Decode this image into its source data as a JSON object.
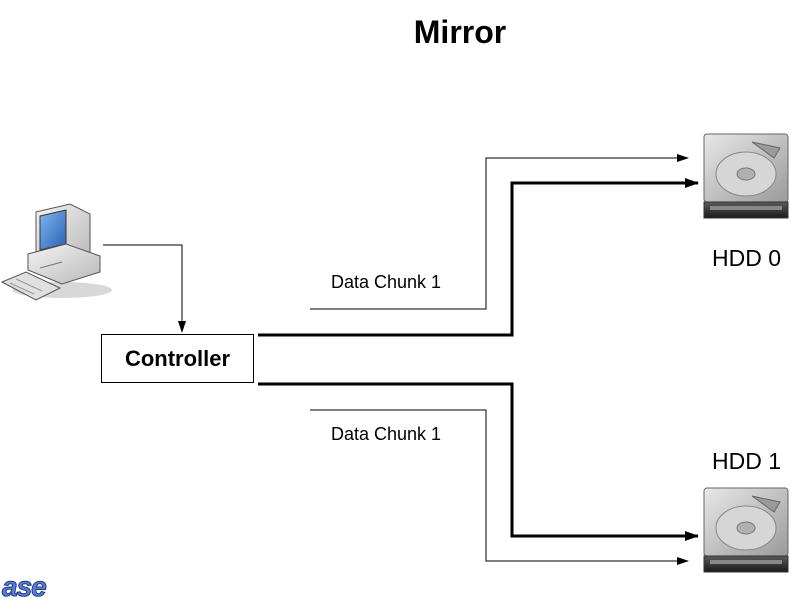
{
  "title": "Mirror",
  "controller": {
    "label": "Controller"
  },
  "chunks": [
    {
      "label": "Data Chunk 1"
    },
    {
      "label": "Data Chunk 1"
    }
  ],
  "drives": [
    {
      "label": "HDD 0"
    },
    {
      "label": "HDD 1"
    }
  ],
  "logo_text": "ASE",
  "colors": {
    "line": "#000000",
    "drive_body": "#c8c8c8",
    "drive_dark": "#2a2a2a",
    "logo_blue": "#5a7fd0"
  },
  "icons": [
    "computer-icon",
    "hard-drive-icon",
    "ase-logo"
  ]
}
